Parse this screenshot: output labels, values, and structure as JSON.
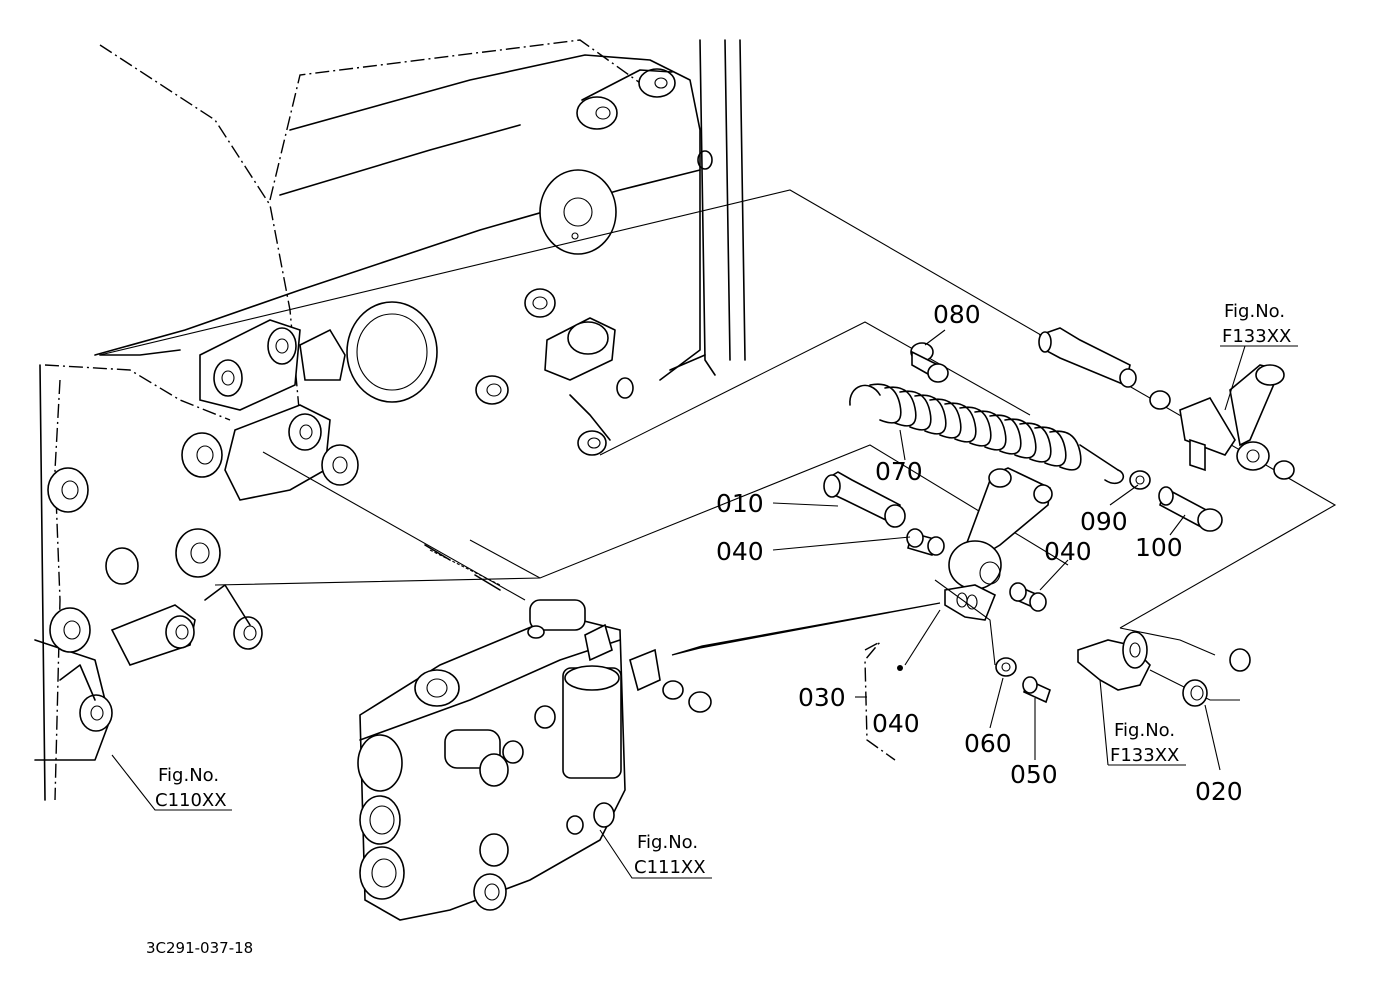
{
  "drawing_code": "3C291-037-18",
  "part_labels": {
    "p010": "010",
    "p020": "020",
    "p030": "030",
    "p040_left": "040",
    "p040_right": "040",
    "p040_kit": "040",
    "p050": "050",
    "p060": "060",
    "p070": "070",
    "p080": "080",
    "p090": "090",
    "p100": "100"
  },
  "figure_refs": {
    "f133_top": {
      "line1": "Fig.No.",
      "line2": "F133XX"
    },
    "f133_bottom": {
      "line1": "Fig.No.",
      "line2": "F133XX"
    },
    "c110": {
      "line1": "Fig.No.",
      "line2": "C110XX"
    },
    "c111": {
      "line1": "Fig.No.",
      "line2": "C111XX"
    }
  }
}
